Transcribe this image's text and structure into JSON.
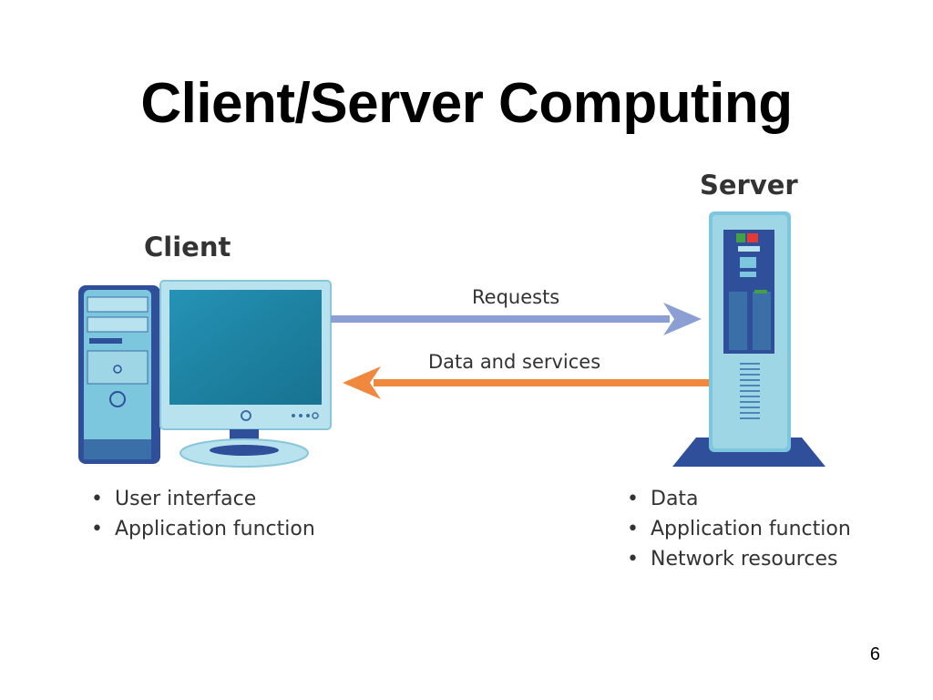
{
  "slide": {
    "title": "Client/Server Computing",
    "page_number": "6"
  },
  "client": {
    "label": "Client",
    "bullets": [
      "User interface",
      "Application function"
    ]
  },
  "server": {
    "label": "Server",
    "bullets": [
      "Data",
      "Application function",
      "Network resources"
    ]
  },
  "arrows": {
    "request_label": "Requests",
    "response_label": "Data and services"
  },
  "colors": {
    "request_arrow": "#8b9fd4",
    "response_arrow": "#f0883e",
    "monitor_screen": "#1e87a8",
    "equipment_light": "#b8e2ee",
    "equipment_dark": "#2f4f9a",
    "server_led_red": "#e53935",
    "server_led_green": "#43a047"
  }
}
